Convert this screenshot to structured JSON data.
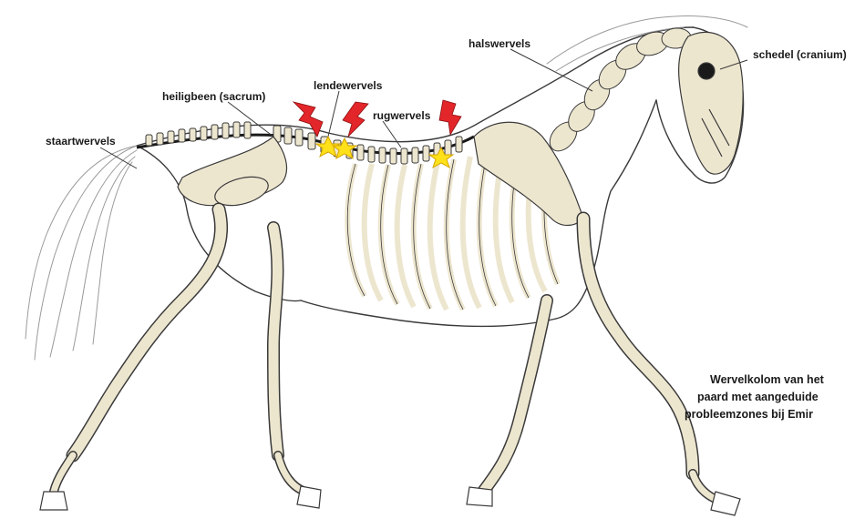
{
  "labels": {
    "halswervels": "halswervels",
    "schedel": "schedel (cranium)",
    "lendewervels": "lendewervels",
    "heiligbeen": "heiligbeen (sacrum)",
    "rugwervels": "rugwervels",
    "staartwervels": "staartwervels"
  },
  "caption": {
    "line1": "Wervelkolom van het",
    "line2": "paard met aangeduide",
    "line3": "probleemzones bij Emir"
  },
  "colors": {
    "bone": "#ede6cf",
    "outline": "#3a3a3a",
    "lightning": "#e3262a",
    "star": "#ffe11a",
    "text": "#1a1a1a"
  },
  "icons": [
    "lightning-icon",
    "star-icon"
  ]
}
